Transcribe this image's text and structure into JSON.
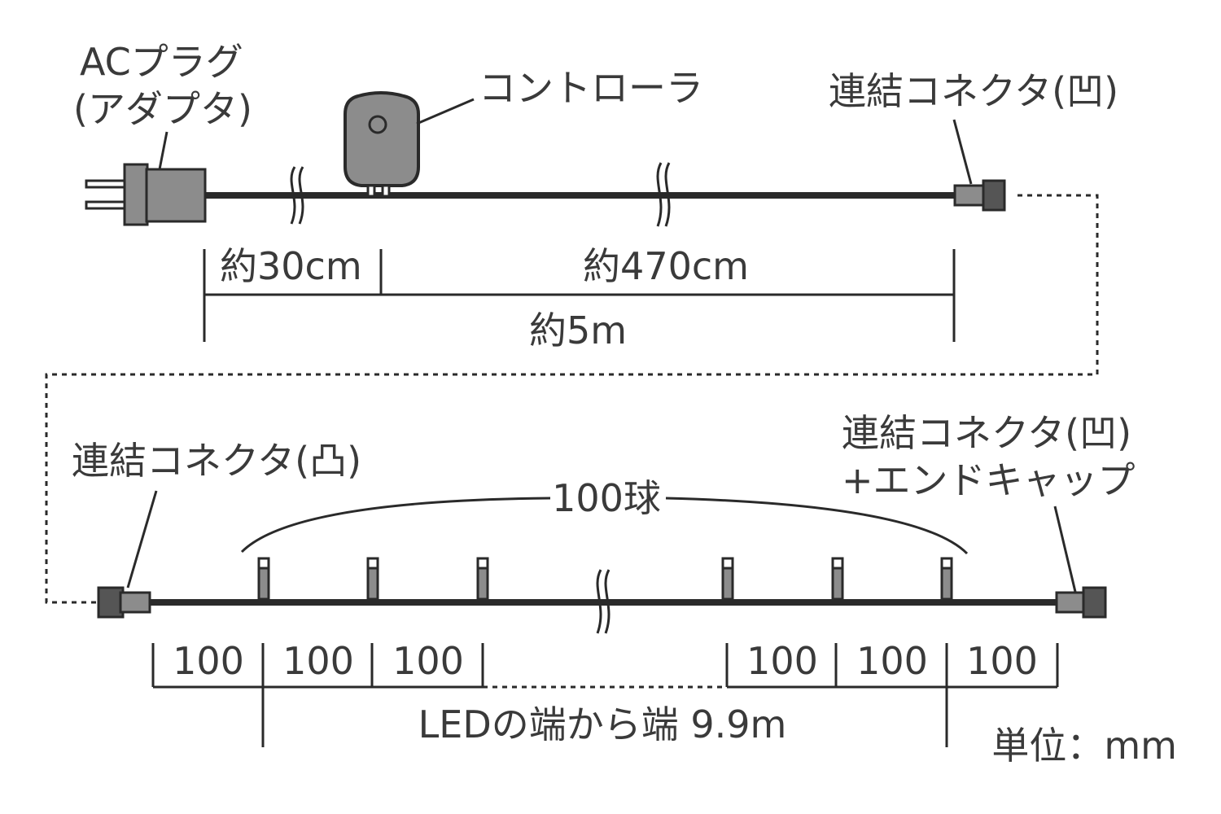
{
  "labels": {
    "plug_line1": "ACプラグ",
    "plug_line2": "(アダプタ)",
    "controller": "コントローラ",
    "connector_female_top": "連結コネクタ(凹)",
    "connector_male": "連結コネクタ(凸)",
    "connector_female_end_line1": "連結コネクタ(凹)",
    "connector_female_end_line2": "+エンドキャップ",
    "bulbs": "100球"
  },
  "dimensions": {
    "seg_plug_controller": "約30cm",
    "seg_controller_connector": "約470cm",
    "cable_total": "約5m",
    "bulb_pitch_values": [
      "100",
      "100",
      "100",
      "100",
      "100",
      "100"
    ],
    "led_span": "LEDの端から端 9.9m",
    "unit": "単位：mm"
  },
  "colors": {
    "line": "#2a2a2a",
    "component_fill": "#8c8c8c",
    "connector_dark": "#555555",
    "text": "#3a3a3a"
  }
}
